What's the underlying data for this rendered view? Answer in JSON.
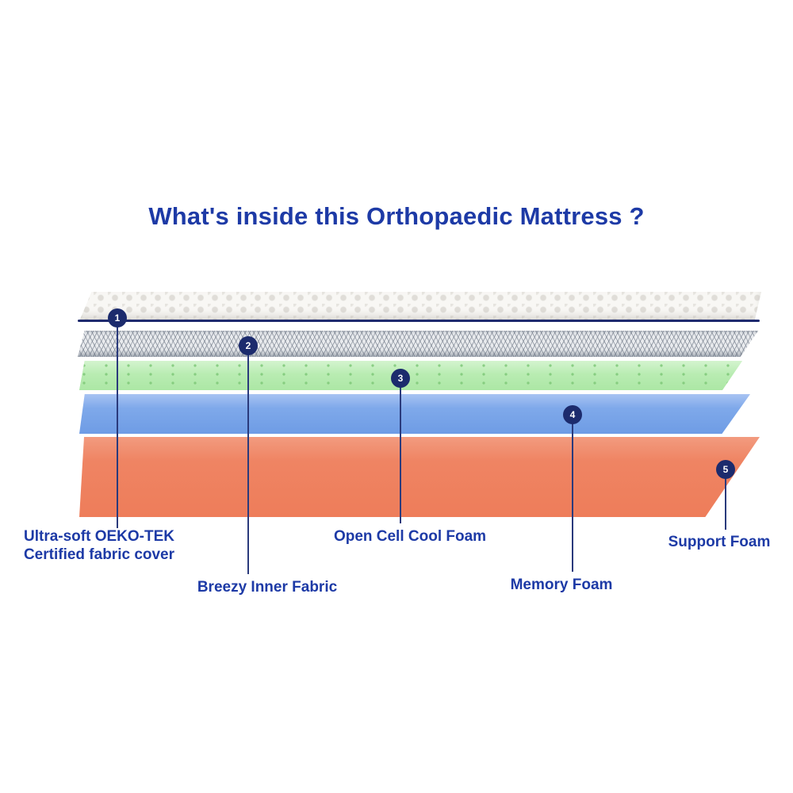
{
  "title": "What's inside this Orthopaedic Mattress ?",
  "colors": {
    "title_text": "#1d3aa6",
    "label_text": "#1d3aa6",
    "badge_fill": "#1c2b6d",
    "pointer_line": "#2a3a7c",
    "fabric_cover": "#f8f7f4",
    "fabric_cover_edge": "#1e2a6e",
    "inner_fabric": "#e9ebee",
    "cool_foam": "#b9ecb2",
    "memory_foam": "#7fa9ea",
    "support_foam": "#ef8463"
  },
  "layers": [
    {
      "num": "1",
      "label_line1": "Ultra-soft OEKO-TEK",
      "label_line2": "Certified fabric cover"
    },
    {
      "num": "2",
      "label": "Breezy Inner Fabric"
    },
    {
      "num": "3",
      "label": "Open Cell Cool Foam"
    },
    {
      "num": "4",
      "label": "Memory Foam"
    },
    {
      "num": "5",
      "label": "Support Foam"
    }
  ]
}
